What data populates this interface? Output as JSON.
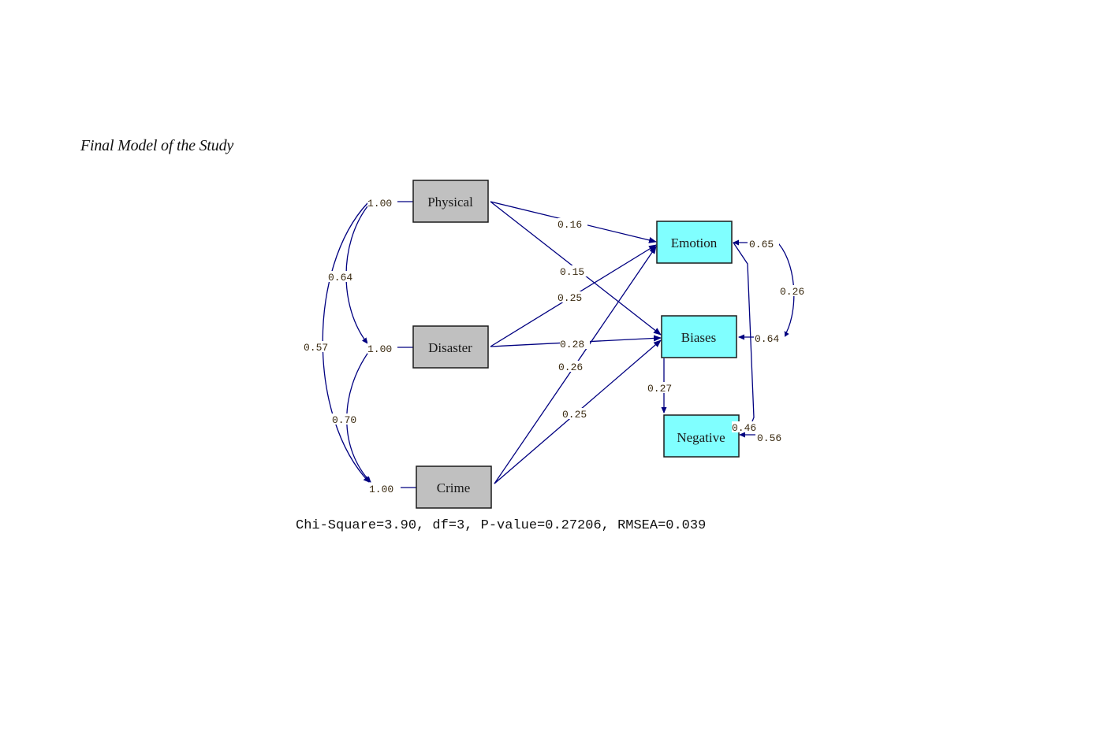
{
  "caption": "Final Model of the Study",
  "colors": {
    "exogenous_fill": "#c0c0c0",
    "endogenous_fill": "#80ffff",
    "path_color": "#000080",
    "box_border": "#1a1a1a"
  },
  "exogenous": [
    {
      "id": "physical",
      "label": "Physical",
      "variance": "1.00"
    },
    {
      "id": "disaster",
      "label": "Disaster",
      "variance": "1.00"
    },
    {
      "id": "crime",
      "label": "Crime",
      "variance": "1.00"
    }
  ],
  "endogenous": [
    {
      "id": "emotion",
      "label": "Emotion",
      "error_variance": "0.65"
    },
    {
      "id": "biases",
      "label": "Biases",
      "error_variance": "0.64"
    },
    {
      "id": "negative",
      "label": "Negative",
      "error_variance": "0.56"
    }
  ],
  "covariances": [
    {
      "from": "physical",
      "to": "disaster",
      "value": "0.64"
    },
    {
      "from": "physical",
      "to": "crime",
      "value": "0.57"
    },
    {
      "from": "disaster",
      "to": "crime",
      "value": "0.70"
    },
    {
      "from": "emotion",
      "to": "biases",
      "value": "0.26"
    }
  ],
  "paths": [
    {
      "from": "physical",
      "to": "emotion",
      "value": "0.16"
    },
    {
      "from": "physical",
      "to": "biases",
      "value": "0.15"
    },
    {
      "from": "disaster",
      "to": "emotion",
      "value": "0.25"
    },
    {
      "from": "disaster",
      "to": "biases",
      "value": "0.28"
    },
    {
      "from": "crime",
      "to": "emotion",
      "value": "0.26"
    },
    {
      "from": "crime",
      "to": "biases",
      "value": "0.25"
    },
    {
      "from": "biases",
      "to": "negative",
      "value": "0.27"
    },
    {
      "from": "emotion",
      "to": "negative",
      "value": "0.46"
    }
  ],
  "fit_statistics": "Chi-Square=3.90, df=3, P-value=0.27206, RMSEA=0.039"
}
